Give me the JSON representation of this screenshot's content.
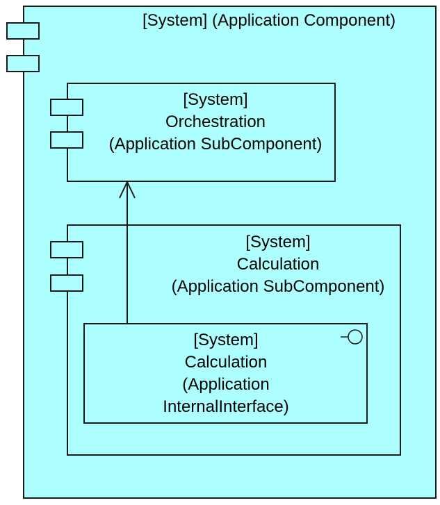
{
  "diagram": {
    "fill_color": "#aeffff",
    "stroke_color": "#1a1a1a",
    "outer_component": {
      "name": "[System] (Application Component)",
      "icon": "component-icon"
    },
    "orchestration": {
      "lines": [
        "[System]",
        "Orchestration",
        "(Application SubComponent)"
      ],
      "icon": "component-icon"
    },
    "calculation": {
      "lines": [
        "[System]",
        "Calculation",
        "(Application SubComponent)"
      ],
      "icon": "component-icon"
    },
    "calculation_interface": {
      "lines": [
        "[System]",
        "Calculation",
        "(Application",
        "InternalInterface)"
      ],
      "icon": "interface-lollipop-icon"
    },
    "relationships": [
      {
        "from": "calculation_interface",
        "to": "orchestration",
        "type": "open-arrow dependency"
      }
    ]
  }
}
